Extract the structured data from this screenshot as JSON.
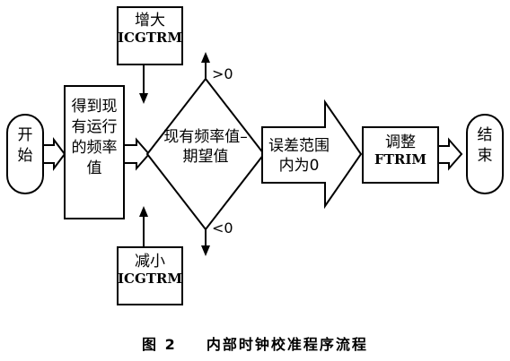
{
  "nodes": {
    "start": "开始",
    "get_freq": "得到现有运行的频率值",
    "decision": "现有频率值–期望值",
    "increase": {
      "line1": "增大",
      "line2": "ICGTRM"
    },
    "decrease": {
      "line1": "减小",
      "line2": "ICGTRM"
    },
    "error_range": "误差范围内为0",
    "adjust": {
      "line1": "调整",
      "line2": "FTRIM"
    },
    "end": "结束"
  },
  "labels": {
    "gt_zero": ">0",
    "lt_zero": "<0"
  },
  "caption": {
    "figure_num": "图 2",
    "title": "内部时钟校准程序流程"
  }
}
